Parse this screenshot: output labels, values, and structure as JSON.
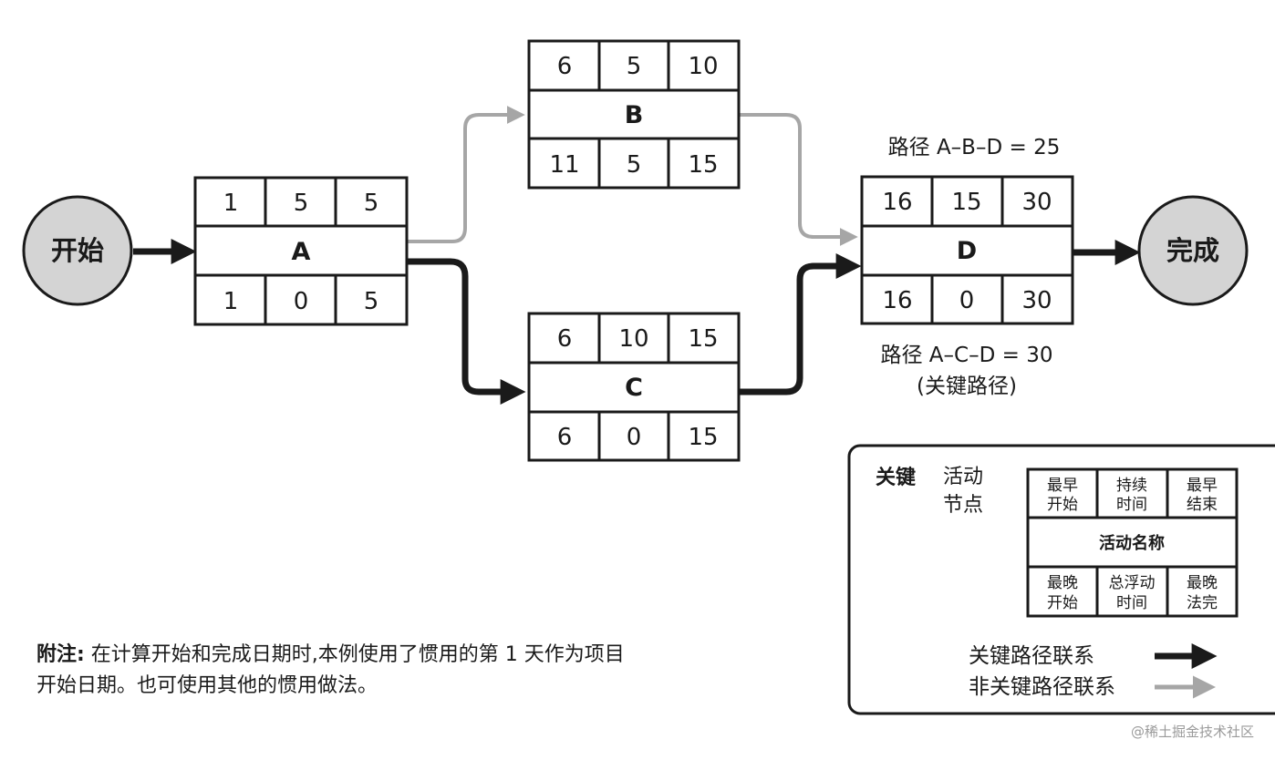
{
  "start_label": "开始",
  "finish_label": "完成",
  "nodes": {
    "A": {
      "name": "A",
      "es": "1",
      "dur": "5",
      "ef": "5",
      "ls": "1",
      "tf": "0",
      "lf": "5"
    },
    "B": {
      "name": "B",
      "es": "6",
      "dur": "5",
      "ef": "10",
      "ls": "11",
      "tf": "5",
      "lf": "15"
    },
    "C": {
      "name": "C",
      "es": "6",
      "dur": "10",
      "ef": "15",
      "ls": "6",
      "tf": "0",
      "lf": "15"
    },
    "D": {
      "name": "D",
      "es": "16",
      "dur": "15",
      "ef": "30",
      "ls": "16",
      "tf": "0",
      "lf": "30"
    }
  },
  "paths": {
    "abd": "路径 A–B–D = 25",
    "acd": "路径 A–C–D = 30",
    "acd_note": "(关键路径)"
  },
  "legend": {
    "title": "关键",
    "subtitle_line1": "活动",
    "subtitle_line2": "节点",
    "cells": {
      "es": [
        "最早",
        "开始"
      ],
      "dur": [
        "持续",
        "时间"
      ],
      "ef": [
        "最早",
        "结束"
      ],
      "name": "活动名称",
      "ls": [
        "最晚",
        "开始"
      ],
      "tf": [
        "总浮动",
        "时间"
      ],
      "lf": [
        "最晚",
        "法完"
      ]
    },
    "critical_link": "关键路径联系",
    "noncritical_link": "非关键路径联系"
  },
  "note": {
    "label": "附注:",
    "line1": " 在计算开始和完成日期时,本例使用了惯用的第 1 天作为项目",
    "line2": "开始日期。也可使用其他的惯用做法。"
  },
  "watermark": "@稀土掘金技术社区",
  "colors": {
    "critical": "#1a1a1a",
    "noncritical": "#a6a6a6",
    "circle_fill": "#d4d4d4"
  }
}
